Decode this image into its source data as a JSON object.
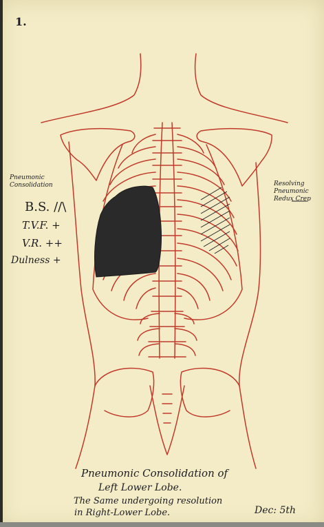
{
  "plate_number": "1.",
  "left_annotation": {
    "title_line1": "Pneumonic",
    "title_line2": "Consolidation",
    "findings": {
      "breath_sounds": "B.S. //\\",
      "tvf": "T.V.F. +",
      "vr": "V.R. ++",
      "dulness": "Dulness +"
    }
  },
  "right_annotation": {
    "line1": "Resolving",
    "line2": "Pneumonic",
    "line3": "Redux Crep"
  },
  "caption": {
    "line1": "Pneumonic Consolidation of",
    "line2": "Left Lower Lobe.",
    "line3": "The Same undergoing resolution",
    "line4": "in Right-Lower Lobe.",
    "date": "Dec: 5th"
  },
  "colors": {
    "paper": "#f3ecc6",
    "anatomy_line": "#c0392b",
    "ink": "#1c1c22",
    "consolidation_fill": "#2a2a2a"
  }
}
